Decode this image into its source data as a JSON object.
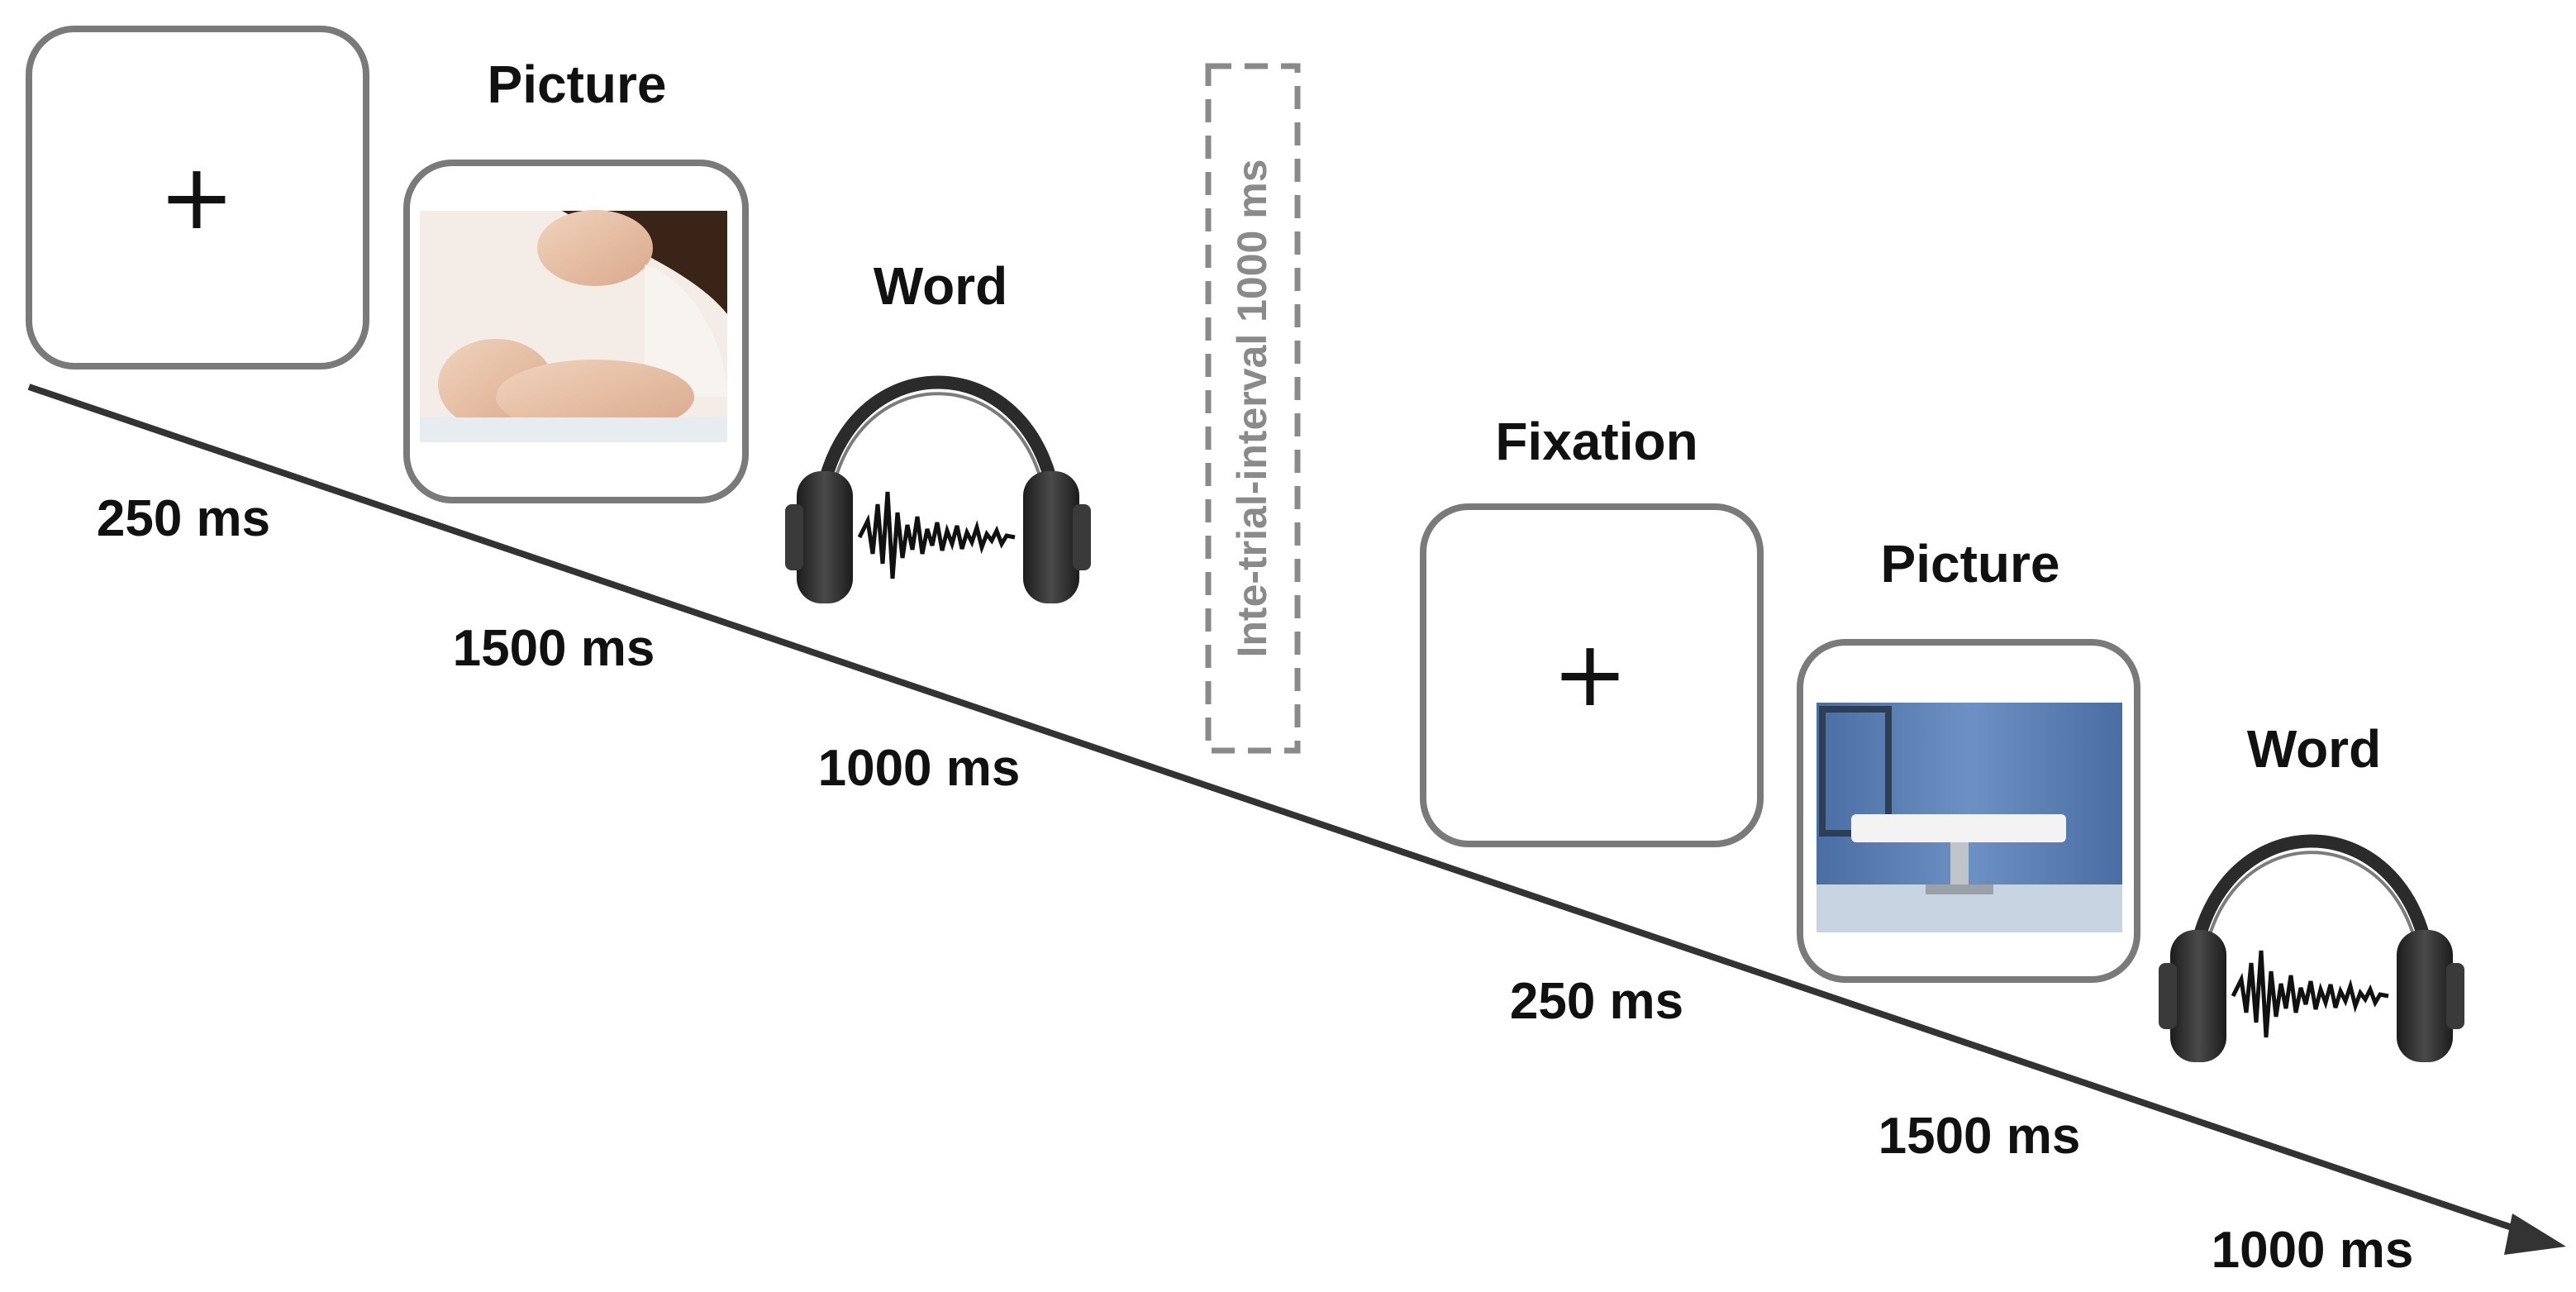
{
  "trial1": {
    "fixation": {
      "symbol": "+",
      "duration": "250 ms"
    },
    "picture": {
      "title": "Picture",
      "duration": "1500 ms"
    },
    "word": {
      "title": "Word",
      "duration": "1000 ms"
    }
  },
  "iti": {
    "label": "Inte-trial-interval 1000 ms"
  },
  "trial2": {
    "fixation": {
      "title": "Fixation",
      "symbol": "+",
      "duration": "250 ms"
    },
    "picture": {
      "title": "Picture",
      "duration": "1500 ms"
    },
    "word": {
      "title": "Word",
      "duration": "1000 ms"
    }
  },
  "colors": {
    "frame": "#7a7a7a",
    "timeline": "#333333",
    "iti": "#8a8a8a",
    "text": "#111111"
  }
}
